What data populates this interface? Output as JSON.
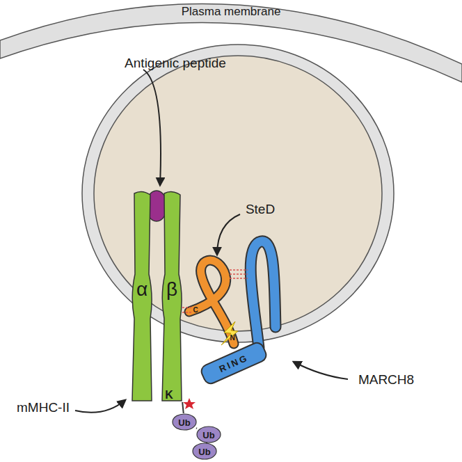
{
  "diagram": {
    "nodes": [
      {
        "text": [
          "α"
        ]
      },
      {
        "text": [
          "β",
          "K"
        ]
      },
      {
        "text": [
          "Ub"
        ]
      },
      {
        "text": [
          "Ub"
        ]
      },
      {
        "text": [
          "Ub"
        ]
      }
    ],
    "edges": [
      {
        "from": 1,
        "to": 2,
        "arrow": "none"
      },
      {
        "from": 2,
        "to": 3,
        "arrow": "none"
      },
      {
        "from": 3,
        "to": 4,
        "arrow": "none"
      }
    ],
    "labels": [
      "Plasma membrane",
      "Antigenic peptide",
      "SteD",
      "MARCH8",
      "mMHC-II",
      "C",
      "N",
      "RING"
    ]
  }
}
